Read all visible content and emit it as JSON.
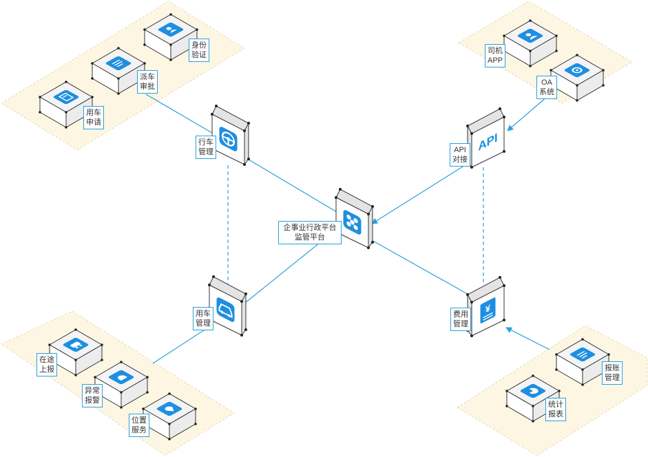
{
  "colors": {
    "accent": "#2aa0dc",
    "icon": "#1e8fe0",
    "zone_fill": "#fdf6e3",
    "zone_border": "#e6d9b0",
    "box_stroke": "#333333"
  },
  "center": {
    "label": "企事业行政平台\n监管平台",
    "icon": "network-icon"
  },
  "hubs": {
    "drive": {
      "label": "行车\n管理",
      "icon": "steering-wheel-icon"
    },
    "car": {
      "label": "用车\n管理",
      "icon": "car-icon"
    },
    "api": {
      "label": "API\n对接",
      "icon": "api-icon",
      "icon_text": "API"
    },
    "cost": {
      "label": "费用\n管理",
      "icon": "yen-document-icon",
      "icon_text": "¥"
    }
  },
  "leaves": {
    "identity": {
      "label": "身份\n验证",
      "icon": "id-person-icon"
    },
    "dispatch": {
      "label": "派车\n审批",
      "icon": "document-icon"
    },
    "apply": {
      "label": "用车\n申请",
      "icon": "application-form-icon"
    },
    "driver_app": {
      "label": "司机\nAPP",
      "icon": "driver-icon"
    },
    "oa": {
      "label": "OA\n系统",
      "icon": "settings-badge-icon"
    },
    "on_route": {
      "label": "在途\n上报",
      "icon": "car-front-icon"
    },
    "abnormal": {
      "label": "异常\n报警",
      "icon": "alarm-light-icon"
    },
    "location": {
      "label": "位置\n服务",
      "icon": "location-pin-icon"
    },
    "reimburse": {
      "label": "报账\n管理",
      "icon": "bill-icon"
    },
    "report": {
      "label": "统计\n报表",
      "icon": "pie-chart-icon"
    }
  }
}
